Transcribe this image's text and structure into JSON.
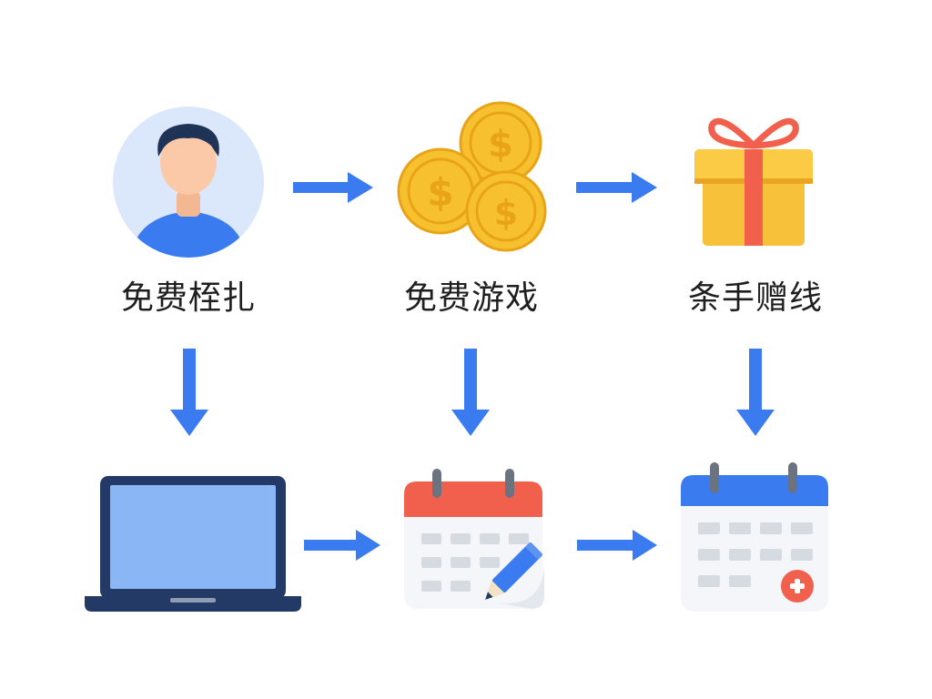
{
  "colors": {
    "arrow": "#3b7bf0",
    "coin": "#f6c02f",
    "coin_edge": "#e8a317",
    "gift_box": "#f8c13a",
    "gift_ribbon": "#f0604d",
    "calendar_red_header": "#f0604d",
    "calendar_blue_header": "#3b7bf0",
    "laptop_frame": "#233a66",
    "laptop_screen": "#8ab6f5",
    "avatar_bg": "#dbe8fb",
    "avatar_shirt": "#3b7bf0",
    "avatar_skin": "#fcc9a8",
    "avatar_hair": "#1f3356"
  },
  "nodes": [
    {
      "id": "user",
      "icon": "user-avatar-icon"
    },
    {
      "id": "coins",
      "icon": "coins-icon"
    },
    {
      "id": "gift",
      "icon": "gift-icon"
    },
    {
      "id": "laptop",
      "icon": "laptop-icon"
    },
    {
      "id": "calendar-edit",
      "icon": "calendar-edit-icon"
    },
    {
      "id": "calendar-add",
      "icon": "calendar-add-icon"
    }
  ],
  "labels": [
    "免费桎扎",
    "免费游戏",
    "条手赠线"
  ]
}
